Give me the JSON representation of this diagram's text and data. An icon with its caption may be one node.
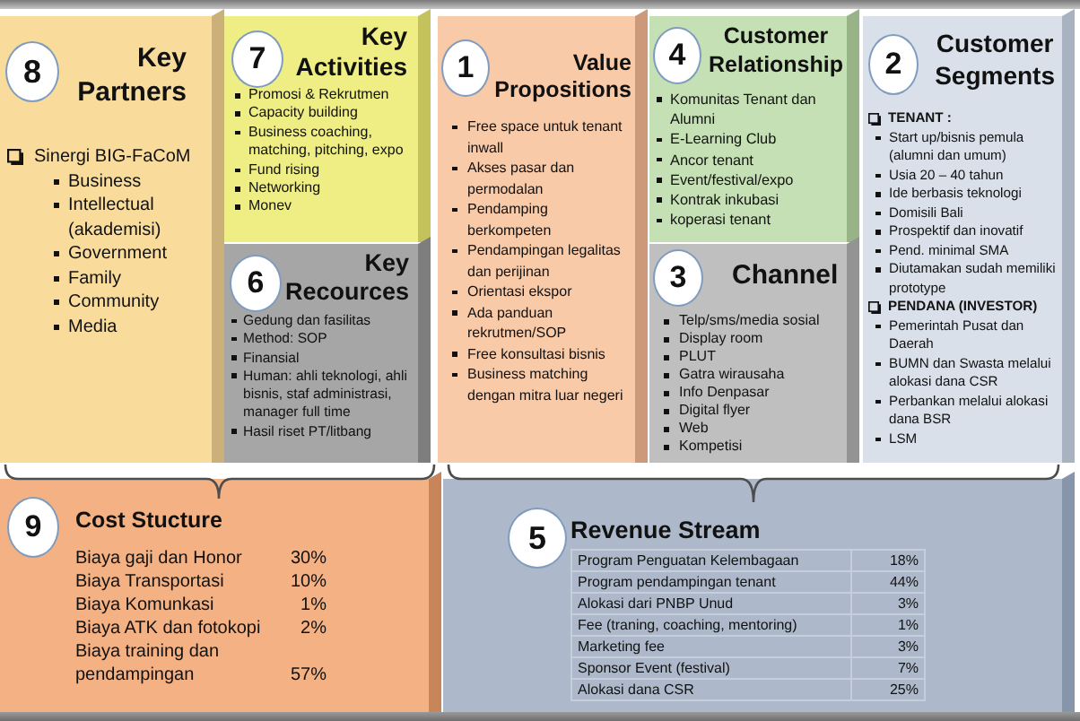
{
  "diagram": {
    "nodes": [
      {
        "text": [
          "Key Partners",
          "Sinergi BIG-FaCoM",
          "Business",
          "Intellectual (akademisi)",
          "Government",
          "Family",
          "Community",
          "Media"
        ]
      },
      {
        "text": [
          "8"
        ],
        "in": 0
      },
      {
        "text": [
          "Key Activities",
          "Promosi & Rekrutmen",
          "Capacity building",
          "Business coaching, matching, pitching, expo",
          "Fund rising",
          "Networking",
          "Monev"
        ]
      },
      {
        "text": [
          "7"
        ],
        "in": 2
      },
      {
        "text": [
          "Key Recources",
          "Gedung dan fasilitas",
          "Method: SOP",
          "Finansial",
          "Human: ahli teknologi, ahli bisnis, staf administrasi, manager full time",
          "Hasil riset PT/litbang"
        ]
      },
      {
        "text": [
          "6"
        ],
        "in": 4
      },
      {
        "text": [
          "Value Propositions",
          "Free space untuk tenant inwall",
          "Akses pasar dan permodalan",
          "Pendamping berkompeten",
          "Pendampingan legalitas dan perijinan",
          "Orientasi ekspor",
          "Ada panduan rekrutmen/SOP",
          "Free konsultasi bisnis",
          "Business matching dengan mitra luar negeri"
        ]
      },
      {
        "text": [
          "1"
        ],
        "in": 6
      },
      {
        "text": [
          "Customer Relationship",
          "Komunitas Tenant dan Alumni",
          "E-Learning Club",
          "Ancor tenant",
          "Event/festival/expo",
          "Kontrak inkubasi",
          "koperasi tenant"
        ]
      },
      {
        "text": [
          "4"
        ],
        "in": 8
      },
      {
        "text": [
          "Channel",
          "Telp/sms/media sosial",
          "Display room",
          "PLUT",
          "Gatra wirausaha",
          "Info Denpasar",
          "Digital flyer",
          "Web",
          "Kompetisi"
        ]
      },
      {
        "text": [
          "3"
        ],
        "in": 10
      },
      {
        "text": [
          "Customer Segments",
          "TENANT :",
          "Start up/bisnis pemula (alumni dan umum)",
          "Usia 20 – 40 tahun",
          "Ide berbasis teknologi",
          "Domisili Bali",
          "Prospektif dan inovatif",
          "Pend. minimal SMA",
          "Diutamakan sudah memiliki prototype",
          "PENDANA (INVESTOR)",
          "Pemerintah Pusat dan Daerah",
          "BUMN dan Swasta melalui alokasi dana CSR",
          "Perbankan melalui alokasi dana BSR",
          "LSM"
        ]
      },
      {
        "text": [
          "2"
        ],
        "in": 12
      },
      {
        "text": [
          "Cost Stucture",
          "Biaya gaji dan Honor",
          "30%",
          "Biaya Transportasi",
          "10%",
          "Biaya Komunkasi",
          "1%",
          "Biaya ATK dan fotokopi",
          "2%",
          "Biaya training dan pendampingan",
          "57%"
        ]
      },
      {
        "text": [
          "9"
        ],
        "in": 14
      },
      {
        "text": [
          "Revenue Stream",
          "Program Penguatan Kelembagaan",
          "18%",
          "Program pendampingan tenant",
          "44%",
          "Alokasi dari PNBP Unud",
          "3%",
          "Fee (traning, coaching, mentoring)",
          "1%",
          "Marketing fee",
          "3%",
          "Sponsor Event (festival)",
          "7%",
          "Alokasi dana CSR",
          "25%"
        ]
      },
      {
        "text": [
          "5"
        ],
        "in": 16
      }
    ]
  }
}
